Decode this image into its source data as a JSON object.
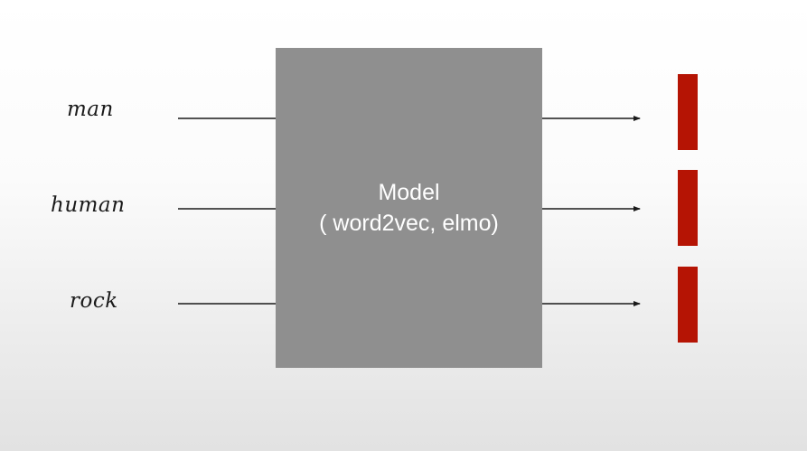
{
  "inputs": [
    {
      "word": "man"
    },
    {
      "word": "human"
    },
    {
      "word": "rock"
    }
  ],
  "model": {
    "title": "Model",
    "subtitle": "( word2vec, elmo)"
  },
  "colors": {
    "model_box": "#8f8f8f",
    "vector": "#b51404",
    "arrow": "#1a1a1a"
  }
}
